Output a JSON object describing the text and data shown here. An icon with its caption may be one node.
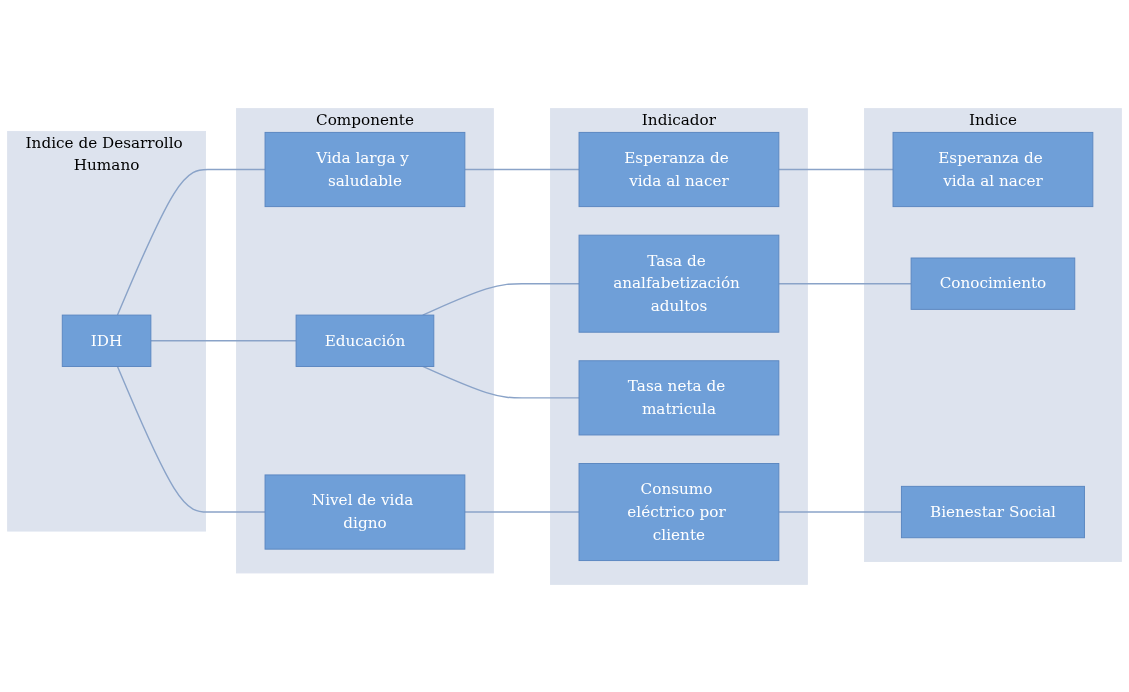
{
  "diagram": {
    "nodes": [
      {
        "text": [
          "Indice de Desarrollo Humano"
        ]
      },
      {
        "text": [
          "IDH"
        ],
        "in": 0
      },
      {
        "text": [
          "Componente"
        ]
      },
      {
        "text": [
          "Vida larga y saludable"
        ],
        "in": 2
      },
      {
        "text": [
          "Educación"
        ],
        "in": 2
      },
      {
        "text": [
          "Nivel de vida digno"
        ],
        "in": 2
      },
      {
        "text": [
          "Indicador"
        ]
      },
      {
        "text": [
          "Esperanza de vida al nacer"
        ],
        "in": 6
      },
      {
        "text": [
          "Tasa de analfabetización adultos"
        ],
        "in": 6
      },
      {
        "text": [
          "Tasa neta de matricula"
        ],
        "in": 6
      },
      {
        "text": [
          "Consumo eléctrico por cliente"
        ],
        "in": 6
      },
      {
        "text": [
          "Indice"
        ]
      },
      {
        "text": [
          "Esperanza de vida al nacer"
        ],
        "in": 11
      },
      {
        "text": [
          "Conocimiento"
        ],
        "in": 11
      },
      {
        "text": [
          "Bienestar Social"
        ],
        "in": 11
      }
    ],
    "edges": [
      {
        "from": 1,
        "to": 3,
        "arrow": "none"
      },
      {
        "from": 1,
        "to": 4,
        "arrow": "none"
      },
      {
        "from": 1,
        "to": 5,
        "arrow": "none"
      },
      {
        "from": 3,
        "to": 7,
        "arrow": "none"
      },
      {
        "from": 4,
        "to": 8,
        "arrow": "none"
      },
      {
        "from": 4,
        "to": 9,
        "arrow": "none"
      },
      {
        "from": 5,
        "to": 10,
        "arrow": "none"
      },
      {
        "from": 7,
        "to": 12,
        "arrow": "none"
      },
      {
        "from": 8,
        "to": 13,
        "arrow": "none"
      },
      {
        "from": 10,
        "to": 14,
        "arrow": "none"
      }
    ]
  }
}
